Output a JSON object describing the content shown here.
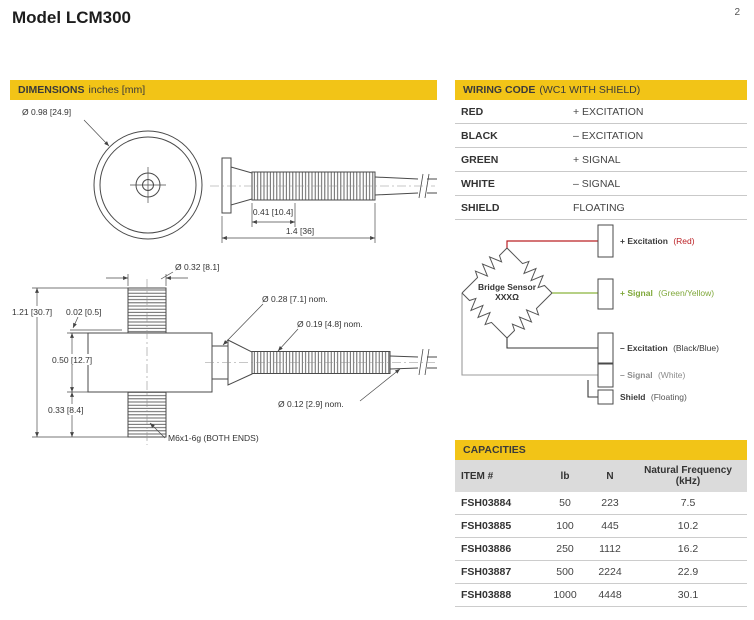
{
  "page": {
    "title": "Model LCM300",
    "page_number": "2"
  },
  "colors": {
    "accent_yellow": "#F2C417",
    "table_header_gray": "#DBDBDB",
    "wire_red": "#BB2025",
    "wire_green": "#8AB43C",
    "wire_black": "#3A3A3A",
    "wire_white_gray": "#9B9B9B"
  },
  "dimensions": {
    "header_bold": "DIMENSIONS",
    "header_rest": "inches [mm]",
    "labels": {
      "flange_dia": "Ø 0.98 [24.9]",
      "body_thickness": "0.41 [10.4]",
      "relief_length": "1.4 [36]",
      "stud_dia": "Ø 0.32 [8.1]",
      "chamfer": "0.02 [0.5]",
      "total_height": "1.21 [30.7]",
      "rod_dia": "Ø 0.28 [7.1] nom.",
      "spring_dia": "Ø 0.19 [4.8] nom.",
      "body_height": "0.50 [12.7]",
      "cable_dia": "Ø 0.12 [2.9] nom.",
      "stud_length": "0.33 [8.4]",
      "thread_spec": "M6x1-6g (BOTH ENDS)"
    }
  },
  "wiring": {
    "header_bold": "WIRING CODE",
    "header_rest": "(WC1 WITH SHIELD)",
    "table": [
      {
        "label": "RED",
        "value": "+ EXCITATION"
      },
      {
        "label": "BLACK",
        "value": "– EXCITATION"
      },
      {
        "label": "GREEN",
        "value": "+ SIGNAL"
      },
      {
        "label": "WHITE",
        "value": "– SIGNAL"
      },
      {
        "label": "SHIELD",
        "value": "FLOATING"
      }
    ],
    "diagram": {
      "bridge_label_line1": "Bridge Sensor",
      "bridge_label_line2": "XXXΩ",
      "connections": [
        {
          "label": "+ Excitation",
          "paren": "(Red)",
          "wire_color": "#BB2025",
          "label_color": "#3A3A3A",
          "paren_color": "#BB2025"
        },
        {
          "label": "+ Signal",
          "paren": "(Green/Yellow)",
          "wire_color": "#8AB43C",
          "label_color": "#7FA83A",
          "paren_color": "#7FA83A"
        },
        {
          "label": "– Excitation",
          "paren": "(Black/Blue)",
          "wire_color": "#3A3A3A",
          "label_color": "#3A3A3A",
          "paren_color": "#3A3A3A"
        },
        {
          "label": "– Signal",
          "paren": "(White)",
          "wire_color": "#9B9B9B",
          "label_color": "#8C8C8C",
          "paren_color": "#8C8C8C"
        },
        {
          "label": "Shield",
          "paren": "(Floating)",
          "wire_color": "#3A3A3A",
          "label_color": "#3A3A3A",
          "paren_color": "#555555"
        }
      ]
    }
  },
  "capacities": {
    "header": "CAPACITIES",
    "columns": [
      "ITEM #",
      "lb",
      "N",
      "Natural Frequency (kHz)"
    ],
    "rows": [
      {
        "item": "FSH03884",
        "lb": "50",
        "n": "223",
        "freq": "7.5"
      },
      {
        "item": "FSH03885",
        "lb": "100",
        "n": "445",
        "freq": "10.2"
      },
      {
        "item": "FSH03886",
        "lb": "250",
        "n": "1112",
        "freq": "16.2"
      },
      {
        "item": "FSH03887",
        "lb": "500",
        "n": "2224",
        "freq": "22.9"
      },
      {
        "item": "FSH03888",
        "lb": "1000",
        "n": "4448",
        "freq": "30.1"
      }
    ]
  }
}
